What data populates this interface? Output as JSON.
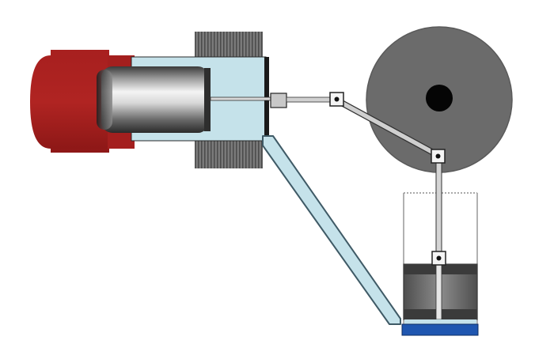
{
  "colors": {
    "background": "#ffffff",
    "hot_cap": "#a01c1e",
    "hot_cap_dark": "#7a1214",
    "cylinder_fill": "#c5e2ea",
    "cooling_fins": "#6f6f6f",
    "flywheel": "#6b6b6b",
    "flywheel_edge": "#555555",
    "rod": "#c9c9c9",
    "rod_edge": "#444444",
    "pipe": "#c5e2ea",
    "pipe_edge": "#3f5a66",
    "power_cylinder_wall": "#999999",
    "power_piston": "#6a6a6a",
    "base_plate": "#1f56b0"
  },
  "components": [
    {
      "name": "hot-end-cap"
    },
    {
      "name": "cooling-fins"
    },
    {
      "name": "displacer-cylinder"
    },
    {
      "name": "displacer-piston"
    },
    {
      "name": "displacer-rod"
    },
    {
      "name": "connecting-rod-displacer"
    },
    {
      "name": "flywheel"
    },
    {
      "name": "crank-pin"
    },
    {
      "name": "connecting-rod-power"
    },
    {
      "name": "transfer-pipe"
    },
    {
      "name": "power-cylinder"
    },
    {
      "name": "power-piston"
    },
    {
      "name": "base-plate"
    }
  ]
}
